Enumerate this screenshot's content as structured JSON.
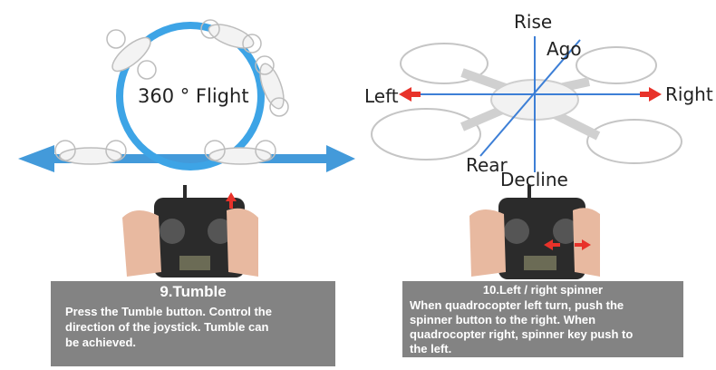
{
  "left_panel": {
    "flight_label": "360 ° Flight",
    "caption_title": "9.Tumble",
    "caption_lines": [
      "Press the Tumble button. Control the",
      "direction of the joystick. Tumble can",
      "be achieved."
    ]
  },
  "right_panel": {
    "labels": {
      "rise": "Rise",
      "ago": "Ago",
      "left": "Left",
      "right": "Right",
      "rear": "Rear",
      "decline": "Decline"
    },
    "caption_title": "10.Left / right spinner",
    "caption_lines": [
      "When quadrocopter left turn, push the",
      "spinner button to the right. When",
      "quadrocopter right, spinner key push to",
      "the left."
    ]
  },
  "colors": {
    "arrow_blue": "#2f8fd6",
    "arrow_red": "#e8322a",
    "caption_bg": "#787878",
    "ring_blue": "#3da4e6"
  },
  "icons": [
    "drone-icon",
    "remote-controller-icon",
    "hand-icon",
    "arrow-icon"
  ]
}
